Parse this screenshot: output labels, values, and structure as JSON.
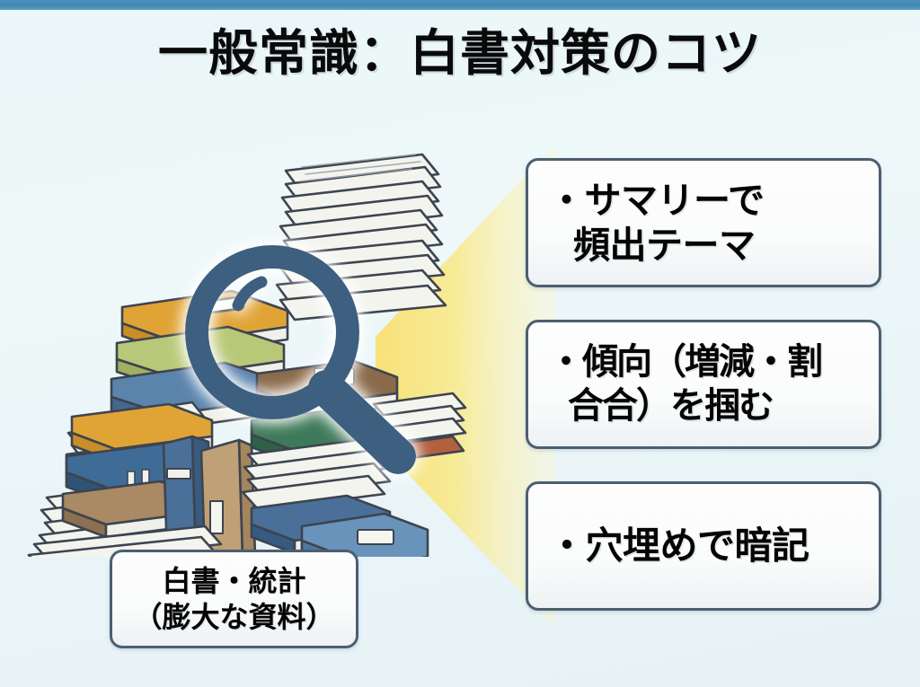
{
  "slide": {
    "title": "一般常識：白書対策のコツ",
    "accent_bar_color": "#3f86b0",
    "background_color": "#eaf6f8",
    "box_border_color": "#4c5f71",
    "beam_color": "#f7e06a",
    "magnifier_color": "#3e5f80"
  },
  "illustration": {
    "name": "stack-of-books-and-papers",
    "magnifier_label": "magnifying-glass",
    "book_colors": [
      "#e0a436",
      "#b9c878",
      "#5b84ad",
      "#c9563f",
      "#8a6a4a",
      "#3f6c96",
      "#3e7a5a"
    ],
    "paper_color": "#f2f2ee",
    "outline_color": "#3d4450"
  },
  "caption": {
    "line1": "白書・統計",
    "line2": "（膨大な資料）"
  },
  "points": [
    {
      "id": "point-1",
      "bullet": "・",
      "line1": "サマリーで",
      "line2": "頻出テーマ"
    },
    {
      "id": "point-2",
      "bullet": "・",
      "line1": "傾向（増減・割",
      "line2": "合合）を掴む"
    },
    {
      "id": "point-3",
      "bullet": "・",
      "line1": "穴埋めで暗記",
      "line2": ""
    }
  ]
}
